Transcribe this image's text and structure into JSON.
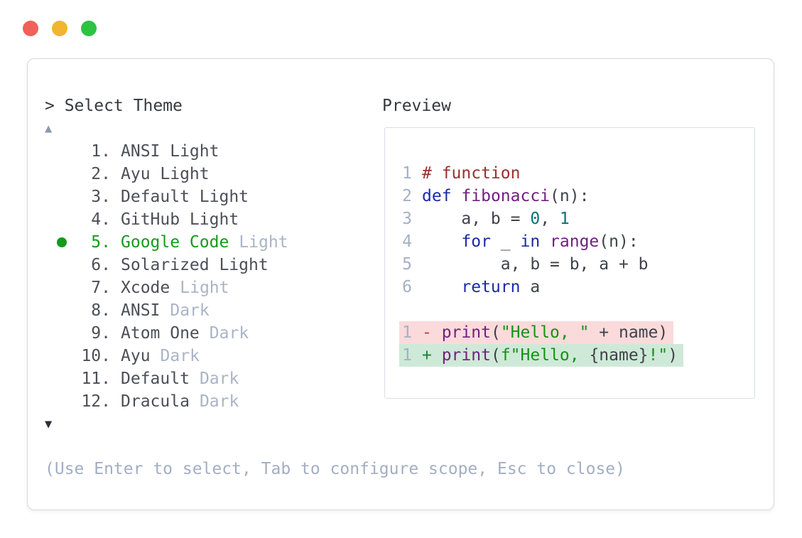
{
  "window": {
    "controls": [
      {
        "name": "close"
      },
      {
        "name": "minimize"
      },
      {
        "name": "maximize"
      }
    ]
  },
  "theme_picker": {
    "prompt": "> Select Theme",
    "scroll_up_icon": "▲",
    "scroll_down_icon": "▼",
    "items": [
      {
        "number": "1",
        "name": "ANSI Light",
        "suffix": "",
        "selected": false
      },
      {
        "number": "2",
        "name": "Ayu Light",
        "suffix": "",
        "selected": false
      },
      {
        "number": "3",
        "name": "Default Light",
        "suffix": "",
        "selected": false
      },
      {
        "number": "4",
        "name": "GitHub Light",
        "suffix": "",
        "selected": false
      },
      {
        "number": "5",
        "name": "Google Code",
        "suffix": "Light",
        "selected": true
      },
      {
        "number": "6",
        "name": "Solarized Light",
        "suffix": "",
        "selected": false
      },
      {
        "number": "7",
        "name": "Xcode",
        "suffix": "Light",
        "selected": false
      },
      {
        "number": "8",
        "name": "ANSI",
        "suffix": "Dark",
        "selected": false
      },
      {
        "number": "9",
        "name": "Atom One",
        "suffix": "Dark",
        "selected": false
      },
      {
        "number": "10",
        "name": "Ayu",
        "suffix": "Dark",
        "selected": false
      },
      {
        "number": "11",
        "name": "Default",
        "suffix": "Dark",
        "selected": false
      },
      {
        "number": "12",
        "name": "Dracula",
        "suffix": "Dark",
        "selected": false
      }
    ],
    "help_text": "(Use Enter to select, Tab to configure scope, Esc to close)"
  },
  "preview": {
    "label": "Preview",
    "code_lines": [
      {
        "number": "1",
        "diff": null,
        "blank": false,
        "tokens": [
          {
            "type": "comment",
            "text": "# function"
          }
        ]
      },
      {
        "number": "2",
        "diff": null,
        "blank": false,
        "tokens": [
          {
            "type": "keyword",
            "text": "def"
          },
          {
            "type": "plain",
            "text": " "
          },
          {
            "type": "function",
            "text": "fibonacci"
          },
          {
            "type": "plain",
            "text": "(n):"
          }
        ]
      },
      {
        "number": "3",
        "diff": null,
        "blank": false,
        "tokens": [
          {
            "type": "plain",
            "text": "    a, b = "
          },
          {
            "type": "number",
            "text": "0"
          },
          {
            "type": "plain",
            "text": ", "
          },
          {
            "type": "number",
            "text": "1"
          }
        ]
      },
      {
        "number": "4",
        "diff": null,
        "blank": false,
        "tokens": [
          {
            "type": "plain",
            "text": "    "
          },
          {
            "type": "keyword",
            "text": "for"
          },
          {
            "type": "plain",
            "text": " _ "
          },
          {
            "type": "keyword",
            "text": "in"
          },
          {
            "type": "plain",
            "text": " "
          },
          {
            "type": "function",
            "text": "range"
          },
          {
            "type": "plain",
            "text": "(n):"
          }
        ]
      },
      {
        "number": "5",
        "diff": null,
        "blank": false,
        "tokens": [
          {
            "type": "plain",
            "text": "        a, b = b, a + b"
          }
        ]
      },
      {
        "number": "6",
        "diff": null,
        "blank": false,
        "tokens": [
          {
            "type": "keyword",
            "text": "    return"
          },
          {
            "type": "plain",
            "text": " a"
          }
        ]
      },
      {
        "number": "",
        "diff": null,
        "blank": true,
        "tokens": []
      },
      {
        "number": "1",
        "diff": "removed",
        "blank": false,
        "tokens": [
          {
            "type": "diff-removed-marker",
            "text": "- "
          },
          {
            "type": "function",
            "text": "print"
          },
          {
            "type": "plain",
            "text": "("
          },
          {
            "type": "string",
            "text": "\"Hello, \""
          },
          {
            "type": "plain",
            "text": " + name)"
          }
        ]
      },
      {
        "number": "1",
        "diff": "added",
        "blank": false,
        "tokens": [
          {
            "type": "diff-added-marker",
            "text": "+ "
          },
          {
            "type": "function",
            "text": "print"
          },
          {
            "type": "plain",
            "text": "("
          },
          {
            "type": "string",
            "text": "f\"Hello, "
          },
          {
            "type": "plain",
            "text": "{name}"
          },
          {
            "type": "string",
            "text": "!\""
          },
          {
            "type": "plain",
            "text": ")"
          }
        ]
      }
    ]
  },
  "colors": {
    "dot-red": "#f2605a",
    "dot-yellow": "#f0b62f",
    "dot-green": "#2cc342",
    "panel-border": "#d5dae2",
    "preview-border": "#d9dde4",
    "prompt-text": "#35393f",
    "item-text": "#4b4f57",
    "muted-text": "#aab4c6",
    "selected-green": "#149a1d",
    "arrow-up": "#8d99ad",
    "arrow-down": "#2b2f36",
    "help-text": "#a4aec2",
    "line-number": "#a6b0c3",
    "keyword": "#1b2aa5",
    "string": "#149314",
    "comment": "#9a2f2f",
    "function": "#70217f",
    "number": "#0c7077",
    "plain": "#3f434a",
    "diff-removed-marker": "#c23b46",
    "diff-added-marker": "#1d8135",
    "removed-bg": "#fadadb",
    "added-bg": "#cfe9d8"
  }
}
